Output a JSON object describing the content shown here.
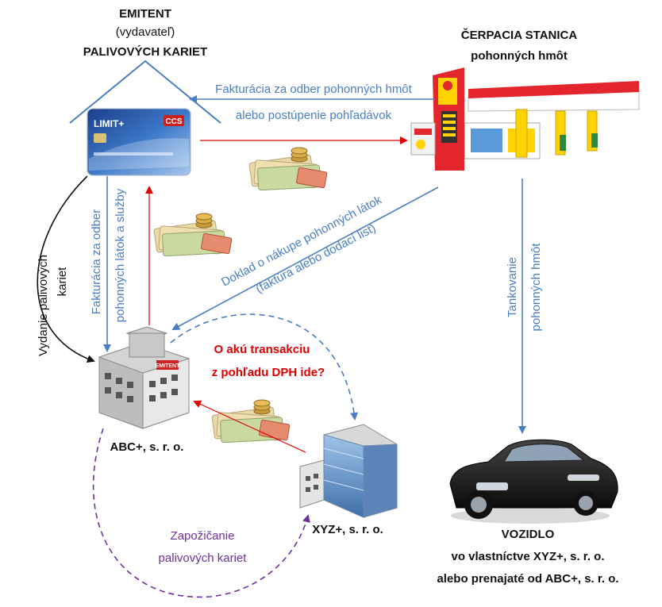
{
  "emitent": {
    "line1": "EMITENT",
    "line2": "(vydavateľ)",
    "line3": "PALIVOVÝCH KARIET",
    "card_brand": "LIMIT+",
    "card_logo": "CCS"
  },
  "station": {
    "line1": "ČERPACIA STANICA",
    "line2": "pohonných hmôt"
  },
  "arrows": {
    "invoice_top_line1": "Fakturácia za odber pohonných hmôt",
    "invoice_top_line2": "alebo postúpenie pohľadávok",
    "issue_cards_line1": "Vydanie palivových",
    "issue_cards_line2": "kariet",
    "invoice_left_line1": "Fakturácia za odber",
    "invoice_left_line2": "pohonných látok a služby",
    "doc_line1": "Doklad o nákupe pohonných látok",
    "doc_line2": "(faktúra alebo dodací list)",
    "refuel_line1": "Tankovanie",
    "refuel_line2": "pohonných hmôt",
    "question_line1": "O akú transakciu",
    "question_line2": "z pohľadu DPH ide?",
    "lending_line1": "Zapožičanie",
    "lending_line2": "palivových kariet"
  },
  "companies": {
    "abc": "ABC+, s. r. o.",
    "xyz": "XYZ+, s. r. o.",
    "abc_building_sign": "EMITENT"
  },
  "vehicle": {
    "line1": "VOZIDLO",
    "line2": "vo vlastníctve XYZ+, s. r. o.",
    "line3": "alebo prenajaté od ABC+, s. r. o."
  },
  "colors": {
    "blue_arrow": "#4a7ec4",
    "red_arrow": "#e00000",
    "purple_arrow": "#7030a0",
    "station_red": "#e3262e",
    "station_yellow": "#ffd200"
  },
  "icons": [
    "fuel-card-icon",
    "gas-station-icon",
    "money-stack-icon",
    "office-building-icon",
    "car-icon"
  ]
}
